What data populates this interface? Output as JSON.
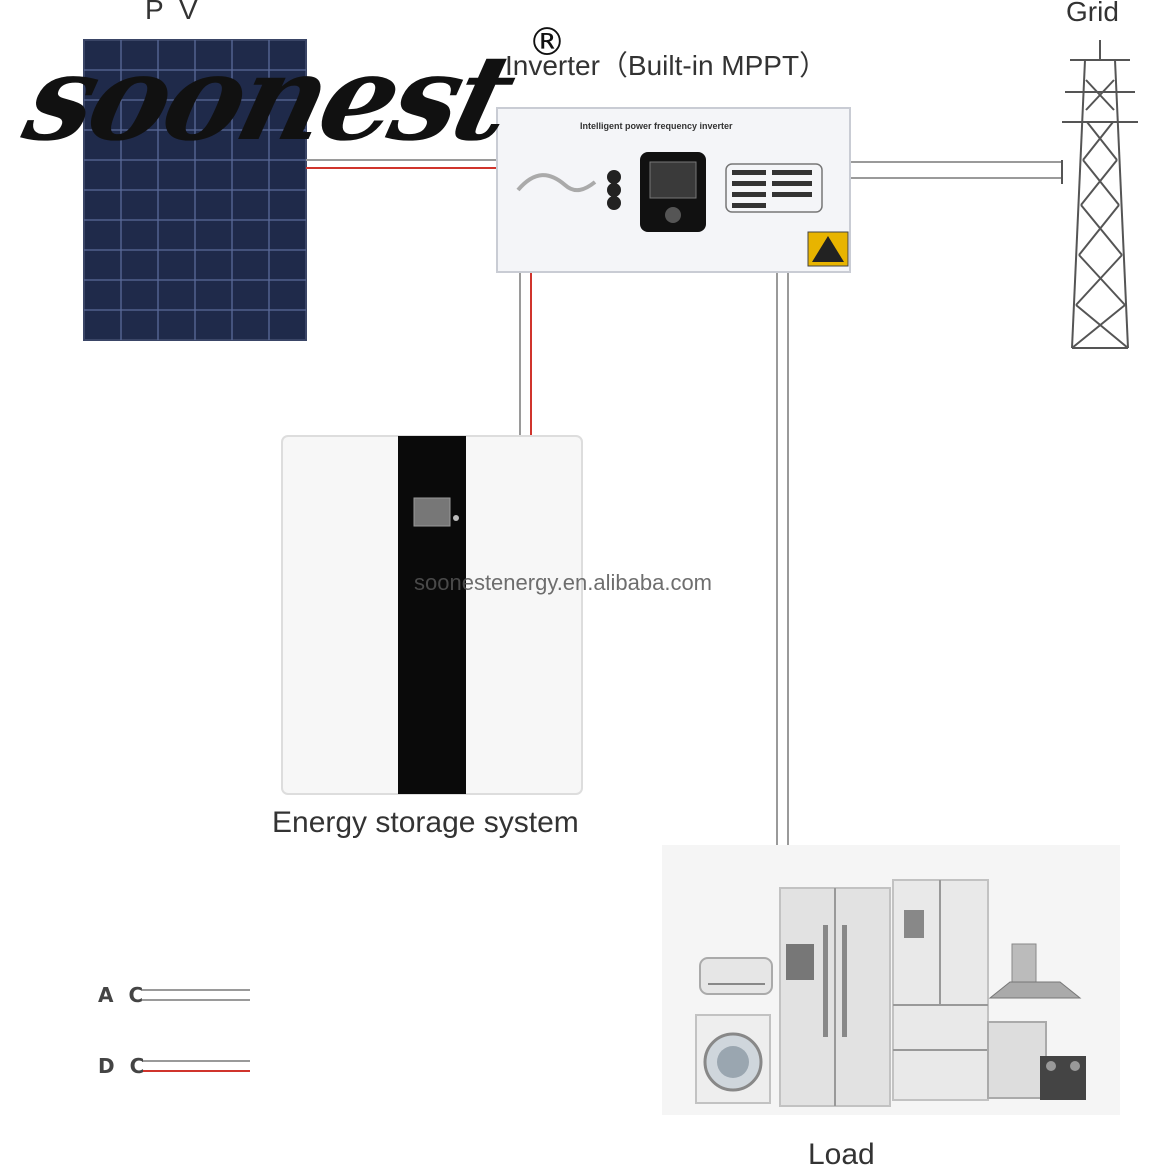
{
  "logo": {
    "text": "soonest",
    "registered": "®"
  },
  "labels": {
    "pv": "P V",
    "grid": "Grid",
    "inverter": "Inverter（Built-in MPPT）",
    "inverter_panel_text": "Intelligent power frequency inverter",
    "storage": "Energy storage system",
    "load": "Load"
  },
  "legend": [
    {
      "label": "A C",
      "type": "AC",
      "colors": [
        "#9a9a9a",
        "#9a9a9a"
      ]
    },
    {
      "label": "D C",
      "type": "DC",
      "colors": [
        "#9a9a9a",
        "#d0342c"
      ]
    }
  ],
  "watermark": "soonestenergy.en.alibaba.com",
  "colors": {
    "ac_wire": "#9a9a9a",
    "dc_wire_red": "#d0342c",
    "panel_blue": "#1f2a4a"
  }
}
